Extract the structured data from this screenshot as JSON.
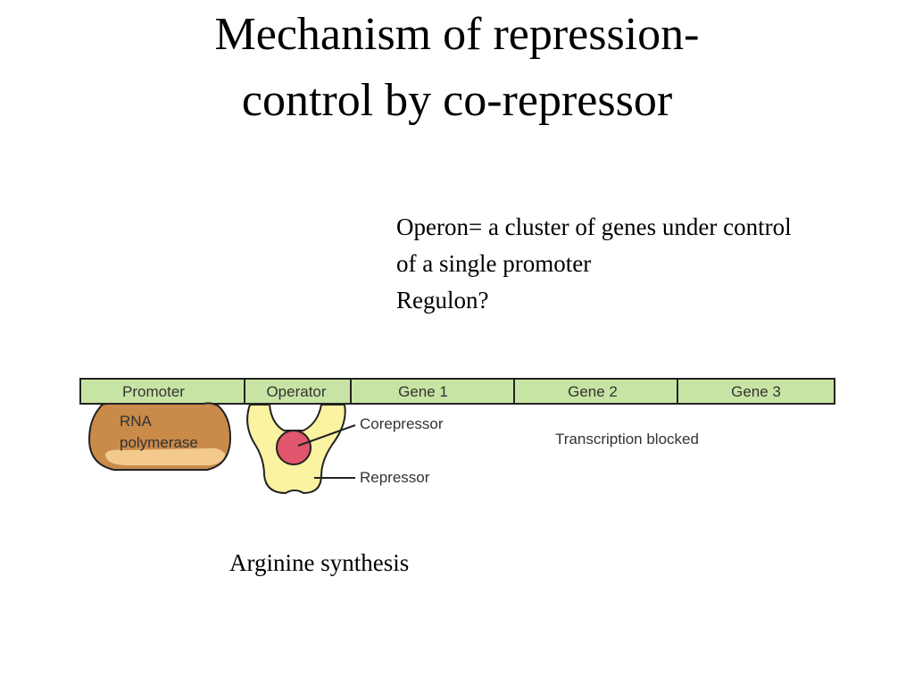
{
  "title": {
    "line1": "Mechanism of repression-",
    "line2": "control by co-repressor"
  },
  "notes": {
    "line1": "Operon= a cluster of genes under control",
    "line2": "of a single promoter",
    "line3": "Regulon?"
  },
  "caption": "Arginine synthesis",
  "diagram": {
    "segments": [
      "Promoter",
      "Operator",
      "Gene 1",
      "Gene 2",
      "Gene 3"
    ],
    "rna_polymerase_line1": "RNA",
    "rna_polymerase_line2": "polymerase",
    "corepressor_label": "Corepressor",
    "repressor_label": "Repressor",
    "status_label": "Transcription blocked",
    "colors": {
      "dna_bar": "#c8e4a4",
      "rna_polymerase": "#c98a4a",
      "rna_polymerase_highlight": "#f3c98c",
      "repressor": "#fbf2a2",
      "corepressor": "#e0566c"
    }
  }
}
